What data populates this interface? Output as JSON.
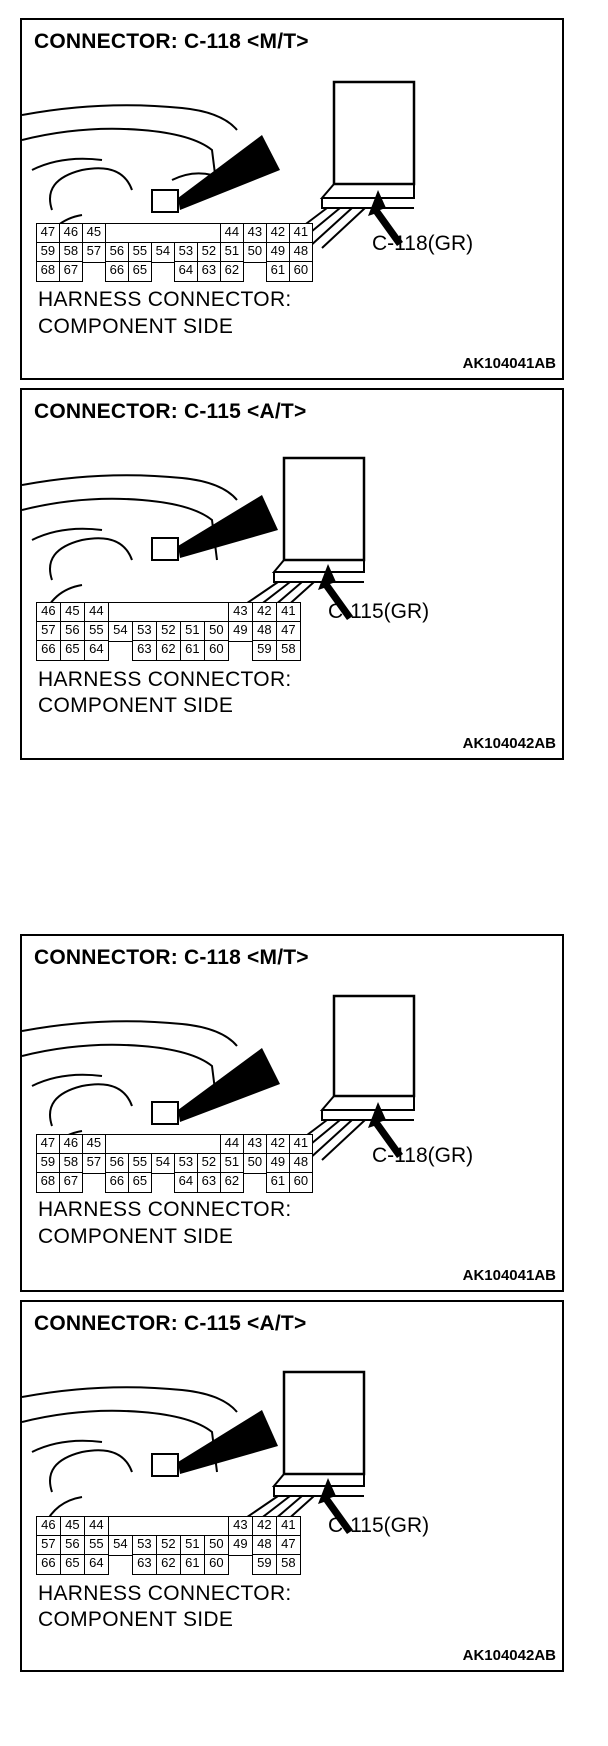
{
  "panels": [
    {
      "title": "CONNECTOR: C-118 <M/T>",
      "connector_label": "C-118(GR)",
      "side_line1": "HARNESS CONNECTOR:",
      "side_line2": "COMPONENT SIDE",
      "code": "AK104041AB",
      "pins": [
        [
          "47",
          "46",
          "45",
          "",
          "",
          "",
          "",
          "",
          "44",
          "43",
          "42",
          "41"
        ],
        [
          "59",
          "58",
          "57",
          "56",
          "55",
          "54",
          "53",
          "52",
          "51",
          "50",
          "49",
          "48"
        ],
        [
          "68",
          "67",
          "",
          "66",
          "65",
          "",
          "64",
          "63",
          "62",
          "",
          "61",
          "60"
        ]
      ]
    },
    {
      "title": "CONNECTOR: C-115 <A/T>",
      "connector_label": "C-115(GR)",
      "side_line1": "HARNESS CONNECTOR:",
      "side_line2": "COMPONENT SIDE",
      "code": "AK104042AB",
      "pins": [
        [
          "46",
          "45",
          "44",
          "",
          "",
          "",
          "",
          "",
          "43",
          "42",
          "41"
        ],
        [
          "57",
          "56",
          "55",
          "54",
          "53",
          "52",
          "51",
          "50",
          "49",
          "48",
          "47"
        ],
        [
          "66",
          "65",
          "64",
          "",
          "63",
          "62",
          "61",
          "60",
          "",
          "59",
          "58"
        ]
      ]
    },
    {
      "title": "CONNECTOR: C-118 <M/T>",
      "connector_label": "C-118(GR)",
      "side_line1": "HARNESS CONNECTOR:",
      "side_line2": "COMPONENT SIDE",
      "code": "AK104041AB",
      "pins": [
        [
          "47",
          "46",
          "45",
          "",
          "",
          "",
          "",
          "",
          "44",
          "43",
          "42",
          "41"
        ],
        [
          "59",
          "58",
          "57",
          "56",
          "55",
          "54",
          "53",
          "52",
          "51",
          "50",
          "49",
          "48"
        ],
        [
          "68",
          "67",
          "",
          "66",
          "65",
          "",
          "64",
          "63",
          "62",
          "",
          "61",
          "60"
        ]
      ]
    },
    {
      "title": "CONNECTOR: C-115 <A/T>",
      "connector_label": "C-115(GR)",
      "side_line1": "HARNESS CONNECTOR:",
      "side_line2": "COMPONENT SIDE",
      "code": "AK104042AB",
      "pins": [
        [
          "46",
          "45",
          "44",
          "",
          "",
          "",
          "",
          "",
          "43",
          "42",
          "41"
        ],
        [
          "57",
          "56",
          "55",
          "54",
          "53",
          "52",
          "51",
          "50",
          "49",
          "48",
          "47"
        ],
        [
          "66",
          "65",
          "64",
          "",
          "63",
          "62",
          "61",
          "60",
          "",
          "59",
          "58"
        ]
      ]
    }
  ]
}
